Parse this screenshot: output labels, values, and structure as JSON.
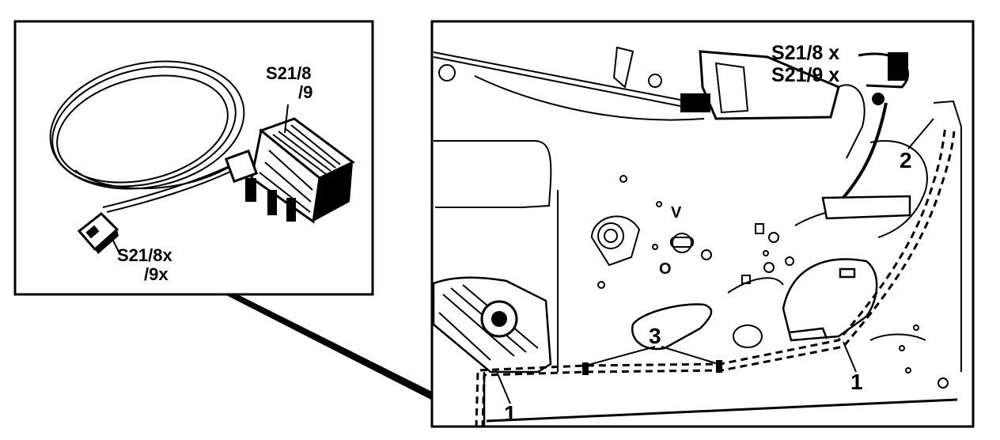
{
  "inset": {
    "connector_label_line1": "S21/8",
    "connector_label_line2": "/9",
    "plug_label_line1": "S21/8x",
    "plug_label_line2": "/9x"
  },
  "main": {
    "connector_label_top": "S21/8 x",
    "connector_label_bottom": "S21/9 x",
    "callouts": {
      "n1_left": "1",
      "n1_right": "1",
      "n2": "2",
      "n3": "3"
    }
  }
}
